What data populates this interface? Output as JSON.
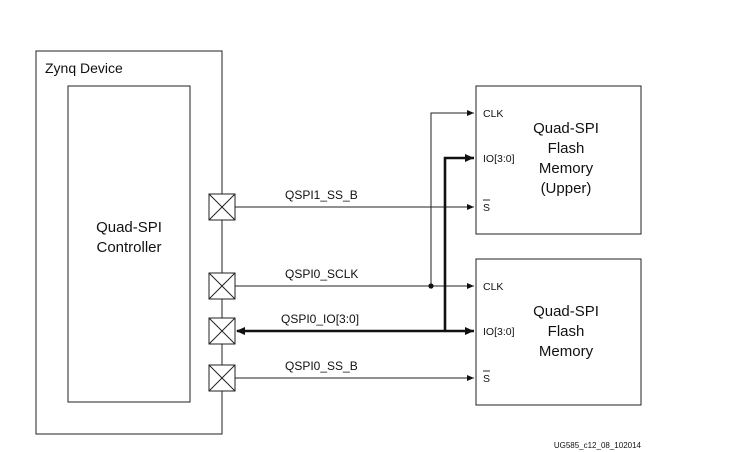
{
  "device": {
    "title": "Zynq Device"
  },
  "controller": {
    "line1": "Quad-SPI",
    "line2": "Controller"
  },
  "flash_upper": {
    "line1": "Quad-SPI",
    "line2": "Flash",
    "line3": "Memory",
    "line4": "(Upper)",
    "pin_clk": "CLK",
    "pin_io": "IO[3:0]",
    "pin_s": "S"
  },
  "flash_lower": {
    "line1": "Quad-SPI",
    "line2": "Flash",
    "line3": "Memory",
    "pin_clk": "CLK",
    "pin_io": "IO[3:0]",
    "pin_s": "S"
  },
  "signals": {
    "ss1": "QSPI1_SS_B",
    "sclk": "QSPI0_SCLK",
    "io": "QSPI0_IO[3:0]",
    "ss0": "QSPI0_SS_B"
  },
  "figure_id": "UG585_c12_08_102014"
}
